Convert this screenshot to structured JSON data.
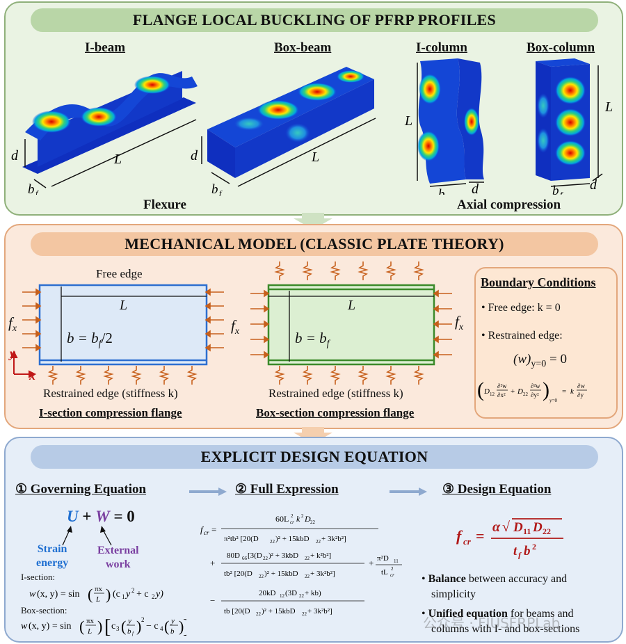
{
  "top": {
    "title": "FLANGE LOCAL BUCKLING OF PFRP PROFILES",
    "ibeam": "I-beam",
    "boxbeam": "Box-beam",
    "icolumn": "I-column",
    "boxcolumn": "Box-column",
    "flexure": "Flexure",
    "axial": "Axial compression",
    "dim_L": "L",
    "dim_d": "d",
    "dim_b": "b",
    "dim_f": "f"
  },
  "middle": {
    "title": "MECHANICAL MODEL (CLASSIC PLATE THEORY)",
    "free_edge": "Free edge",
    "b_eq_i": "b = b",
    "b_eq_i_sub": "f",
    "b_eq_i_tail": "/2",
    "b_eq_box": "b = b",
    "b_eq_box_sub": "f",
    "restrained_i": "Restrained edge (stiffness k)",
    "restrained_box": "Restrained edge (stiffness k)",
    "caption_i": "I-section compression flange",
    "caption_box": "Box-section compression flange",
    "fx": "f",
    "fx_sub": "x",
    "axis_y": "y",
    "axis_x": "x",
    "bc": {
      "title": "Boundary Conditions",
      "item1": "• Free edge: k = 0",
      "item2": "• Restrained edge:",
      "eq1": "(w)",
      "eq1_sub": "y=0",
      "eq1_tail": " = 0"
    }
  },
  "bottom": {
    "title": "EXPLICIT DESIGN EQUATION",
    "step1": "① Governing Equation",
    "step2": "② Full Expression",
    "step3": "③ Design Equation",
    "gov_U": "U",
    "gov_plus": " + ",
    "gov_W": "W",
    "gov_tail": " = 0",
    "strain": "Strain",
    "energy": "energy",
    "external": "External",
    "work": "work",
    "isection": "I-section:",
    "boxsection": "Box-section:",
    "bullet1_bold": "Balance",
    "bullet1_rest": " between accuracy and",
    "bullet1_line2": "simplicity",
    "bullet2_bold": "Unified equation",
    "bullet2_rest": " for beams and",
    "bullet2_line2": "columns with I- and box-sections",
    "watermark": "公众号 · FIUSFRPLab"
  },
  "colors": {
    "top_bg": "#eaf3e3",
    "top_border": "#8fb07a",
    "top_pill": "#b9d6a7",
    "mid_bg": "#fbe9dc",
    "mid_border": "#e3a77c",
    "mid_pill": "#f3c6a2",
    "bot_bg": "#e6eef8",
    "bot_border": "#8ea9cf",
    "bot_pill": "#b7cbe6",
    "blue": "#1f6fd1",
    "purple": "#7a3fa0",
    "red": "#b01818",
    "spring": "#c7601c",
    "green_plate": "#3b8a2a"
  }
}
